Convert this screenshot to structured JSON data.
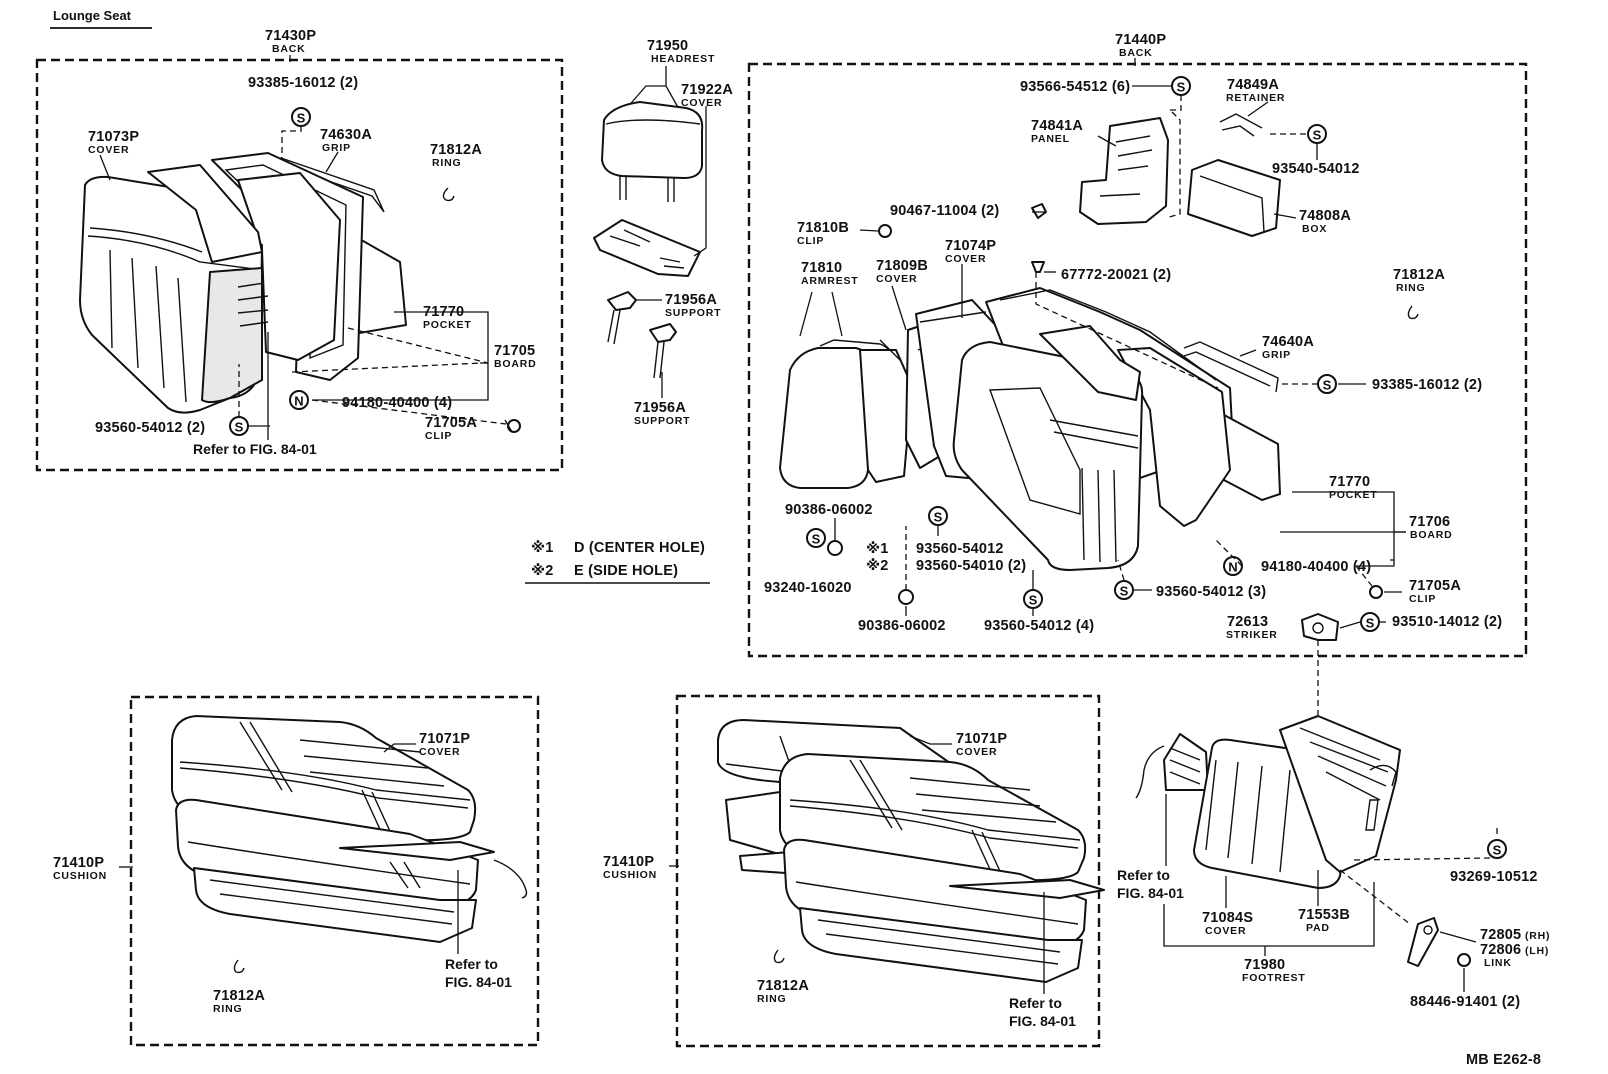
{
  "title": "Lounge Seat",
  "figure_code": "MB E262-8",
  "legend": {
    "items": [
      {
        "mark": "※1",
        "text": "D (CENTER HOLE)"
      },
      {
        "mark": "※2",
        "text": "E (SIDE HOLE)"
      }
    ]
  },
  "symbols": {
    "s": "S",
    "n": "N"
  },
  "groups": {
    "back_left": {
      "code": "71430P",
      "name": "BACK"
    },
    "back_right": {
      "code": "71440P",
      "name": "BACK"
    },
    "headrest": {
      "code": "71950",
      "name": "HEADREST"
    },
    "cushion_left": {
      "code": "71410P",
      "name": "CUSHION"
    },
    "cushion_right": {
      "code": "71410P",
      "name": "CUSHION"
    },
    "footrest": {
      "code": "71980",
      "name": "FOOTREST"
    }
  },
  "parts": {
    "bl_93385": {
      "code": "93385-16012 (2)"
    },
    "bl_71073p": {
      "code": "71073P",
      "name": "COVER"
    },
    "bl_74630a": {
      "code": "74630A",
      "name": "GRIP"
    },
    "bl_71812a": {
      "code": "71812A",
      "name": "RING"
    },
    "bl_71770": {
      "code": "71770",
      "name": "POCKET"
    },
    "bl_71705": {
      "code": "71705",
      "name": "BOARD"
    },
    "bl_94180": {
      "code": "94180-40400 (4)"
    },
    "bl_71705a": {
      "code": "71705A",
      "name": "CLIP"
    },
    "bl_93560": {
      "code": "93560-54012 (2)"
    },
    "bl_ref": {
      "text": "Refer to FIG. 84-01"
    },
    "hr_71922a": {
      "code": "71922A",
      "name": "COVER"
    },
    "hr_71956a_1": {
      "code": "71956A",
      "name": "SUPPORT"
    },
    "hr_71956a_2": {
      "code": "71956A",
      "name": "SUPPORT"
    },
    "br_93566": {
      "code": "93566-54512 (6)"
    },
    "br_74849a": {
      "code": "74849A",
      "name": "RETAINER"
    },
    "br_74841a": {
      "code": "74841A",
      "name": "PANEL"
    },
    "br_93540": {
      "code": "93540-54012"
    },
    "br_90467": {
      "code": "90467-11004 (2)"
    },
    "br_74808a": {
      "code": "74808A",
      "name": "BOX"
    },
    "br_71810b": {
      "code": "71810B",
      "name": "CLIP"
    },
    "br_71810": {
      "code": "71810",
      "name": "ARMREST"
    },
    "br_71809b": {
      "code": "71809B",
      "name": "COVER"
    },
    "br_71074p": {
      "code": "71074P",
      "name": "COVER"
    },
    "br_67772": {
      "code": "67772-20021 (2)"
    },
    "br_71812a": {
      "code": "71812A",
      "name": "RING"
    },
    "br_74640a": {
      "code": "74640A",
      "name": "GRIP"
    },
    "br_93385": {
      "code": "93385-16012 (2)"
    },
    "br_71770": {
      "code": "71770",
      "name": "POCKET"
    },
    "br_71706": {
      "code": "71706",
      "name": "BOARD"
    },
    "br_90386_a": {
      "code": "90386-06002"
    },
    "br_93560_1": {
      "code": "93560-54012"
    },
    "br_93560_2": {
      "code": "93560-54010 (2)"
    },
    "br_93240": {
      "code": "93240-16020"
    },
    "br_94180": {
      "code": "94180-40400 (4)"
    },
    "br_71705a": {
      "code": "71705A",
      "name": "CLIP"
    },
    "br_93560_3": {
      "code": "93560-54012 (3)"
    },
    "br_90386_b": {
      "code": "90386-06002"
    },
    "br_93560_4": {
      "code": "93560-54012 (4)"
    },
    "br_72613": {
      "code": "72613",
      "name": "STRIKER"
    },
    "br_93510": {
      "code": "93510-14012 (2)"
    },
    "cl_71071p": {
      "code": "71071P",
      "name": "COVER"
    },
    "cl_71812a": {
      "code": "71812A",
      "name": "RING"
    },
    "cl_ref_1": {
      "text": "Refer to"
    },
    "cl_ref_2": {
      "text": "FIG. 84-01"
    },
    "cr_71071p": {
      "code": "71071P",
      "name": "COVER"
    },
    "cr_71812a": {
      "code": "71812A",
      "name": "RING"
    },
    "cr_ref_1": {
      "text": "Refer to"
    },
    "cr_ref_2": {
      "text": "FIG. 84-01"
    },
    "fr_ref_1": {
      "text": "Refer to"
    },
    "fr_ref_2": {
      "text": "FIG. 84-01"
    },
    "fr_93269": {
      "code": "93269-10512"
    },
    "fr_71084s": {
      "code": "71084S",
      "name": "COVER"
    },
    "fr_71553b": {
      "code": "71553B",
      "name": "PAD"
    },
    "fr_72805": {
      "code": "72805",
      "suffix": "(RH)"
    },
    "fr_72806": {
      "code": "72806",
      "suffix": "(LH)",
      "name": "LINK"
    },
    "fr_88446": {
      "code": "88446-91401 (2)"
    }
  }
}
